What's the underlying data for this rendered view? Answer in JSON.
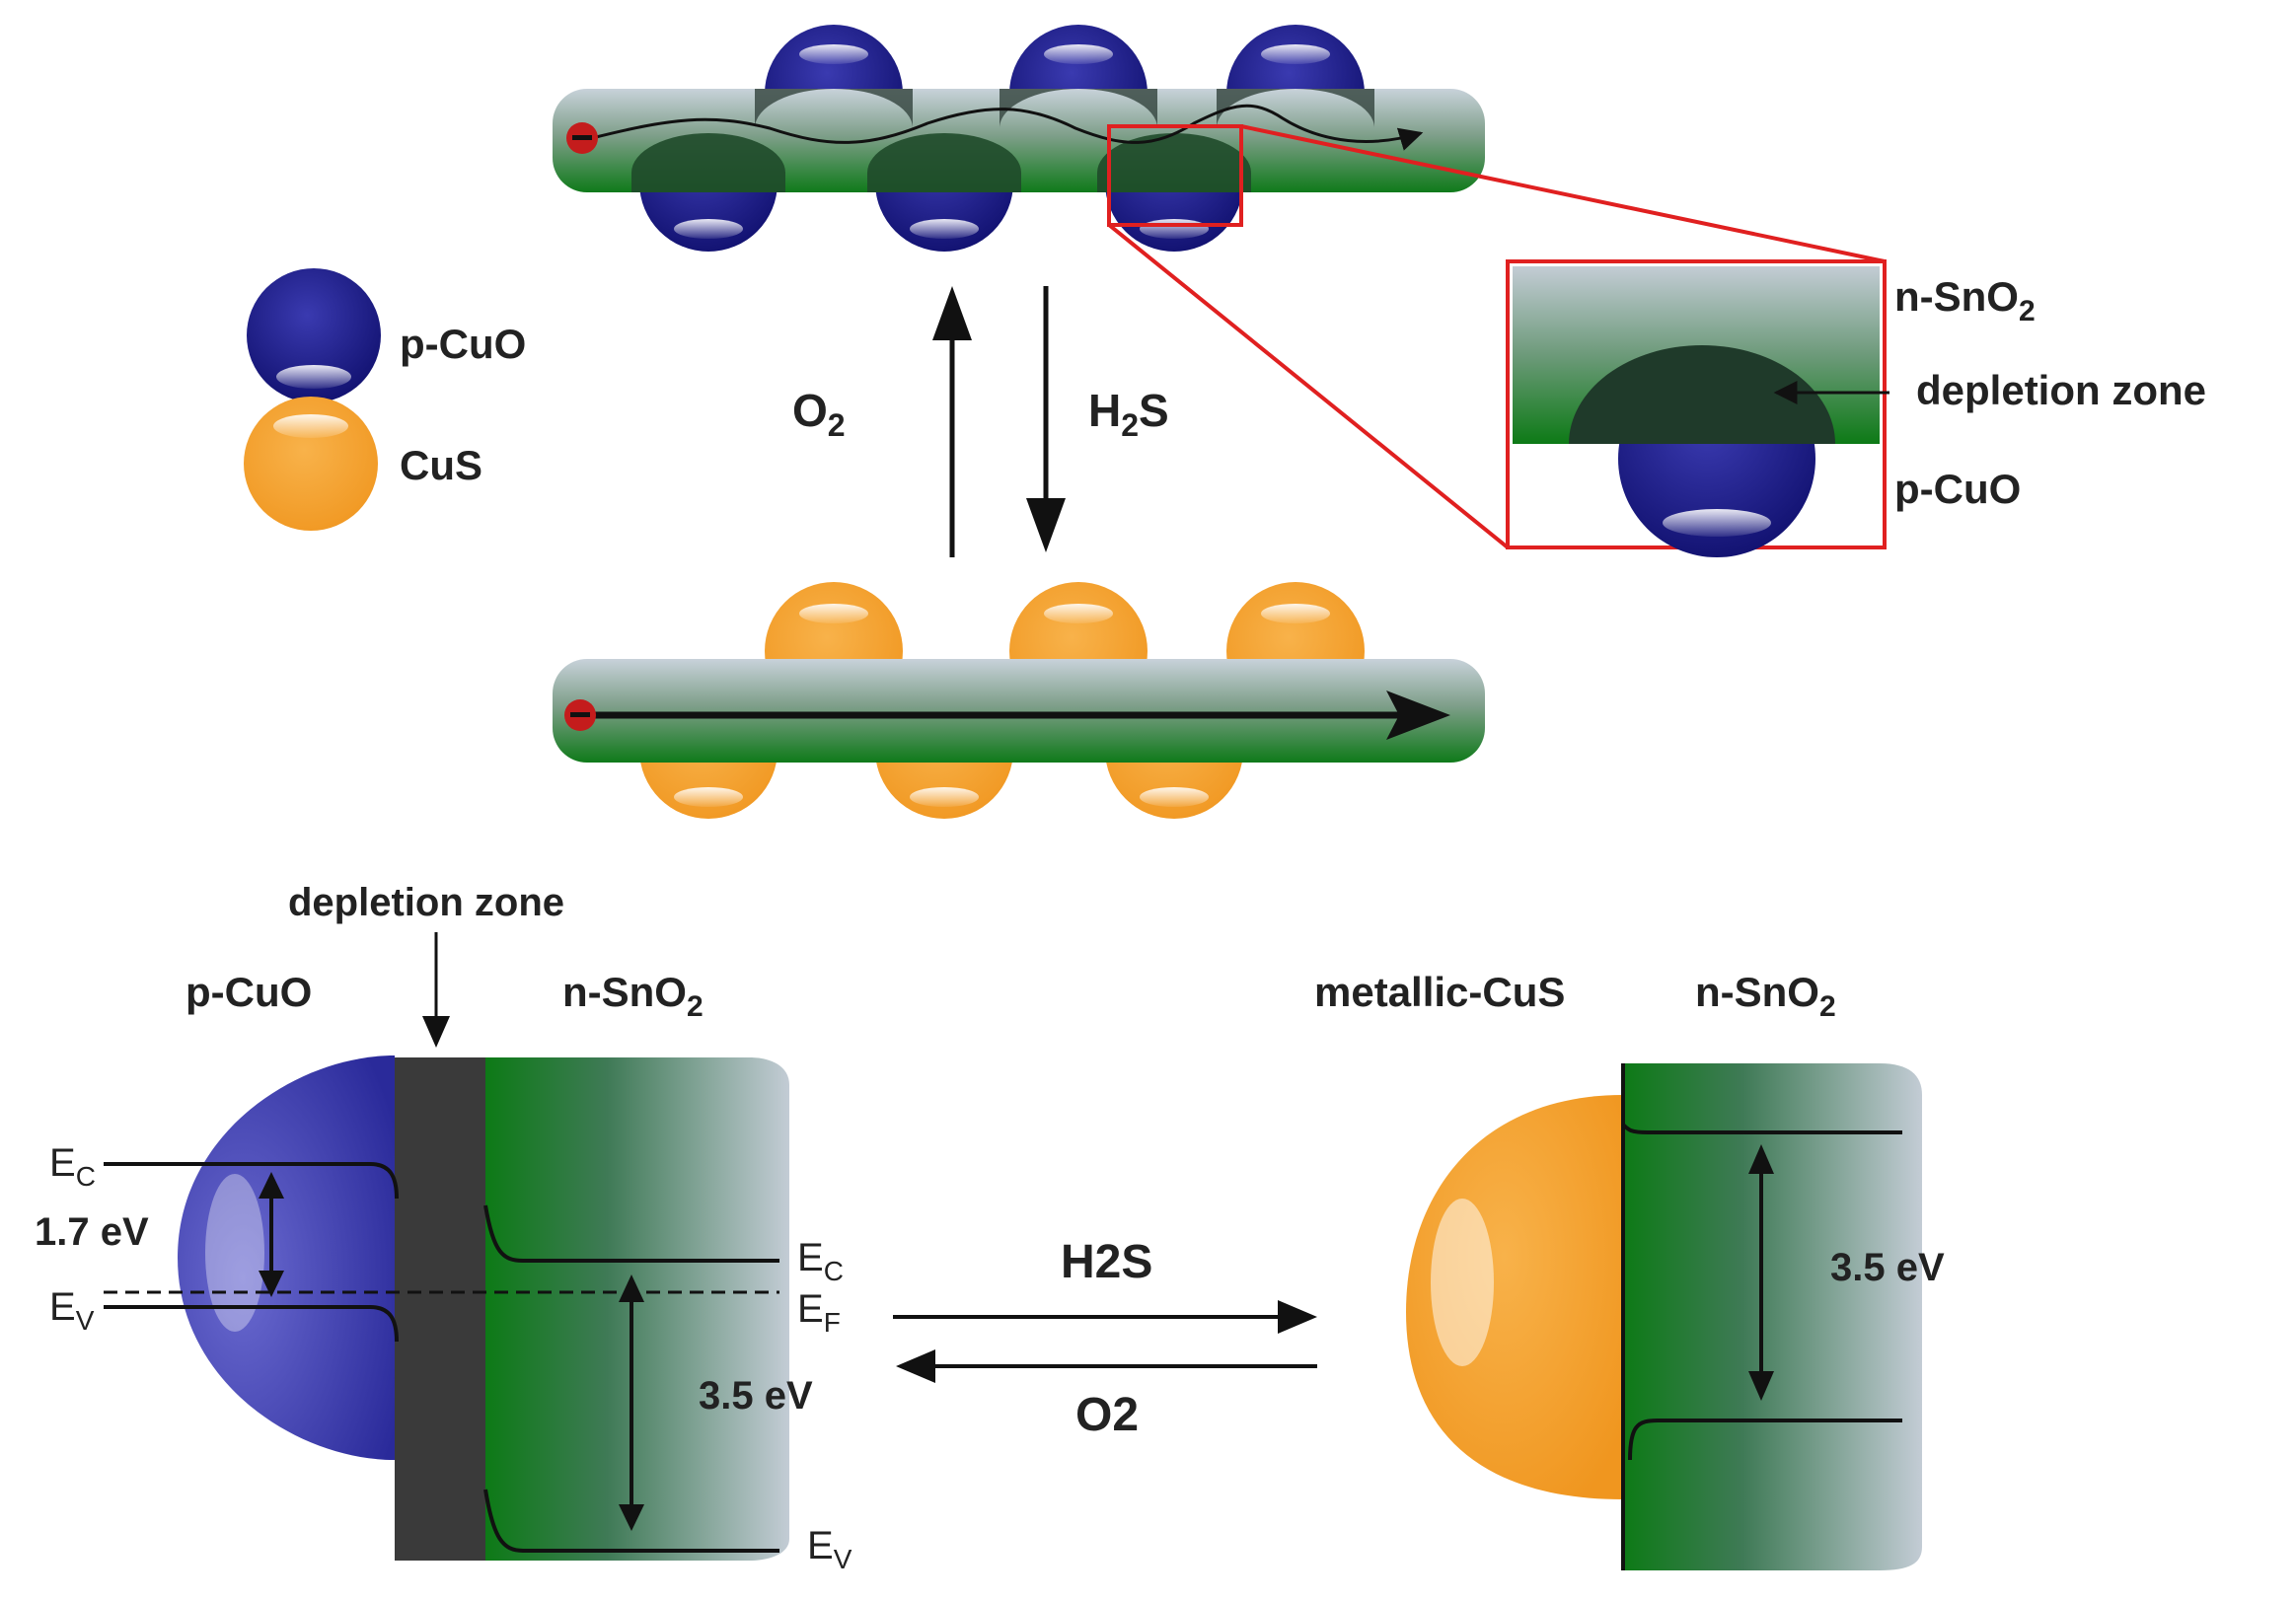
{
  "legend": {
    "items": [
      {
        "label": "p-CuO",
        "color": "#1f1f8c"
      },
      {
        "label": "CuS",
        "color": "#f5a437"
      }
    ]
  },
  "reaction_top": {
    "up_label_main": "O",
    "up_label_sub": "2",
    "down_label_pre": "H",
    "down_label_sub": "2",
    "down_label_post": "S"
  },
  "zoom": {
    "top_label_main": "n-SnO",
    "top_label_sub": "2",
    "mid_label": "depletion zone",
    "bottom_label": "p-CuO"
  },
  "band_left": {
    "depletion_label": "depletion zone",
    "pcuo_label": "p-CuO",
    "sno2_label_main": "n-SnO",
    "sno2_label_sub": "2",
    "ec_left": "E",
    "ec_left_sub": "C",
    "gap_left": "1.7 eV",
    "ev_left": "E",
    "ev_left_sub": "V",
    "ec_right": "E",
    "ec_right_sub": "C",
    "ef_right": "E",
    "ef_right_sub": "F",
    "gap_right": "3.5 eV",
    "ev_right": "E",
    "ev_right_sub": "V"
  },
  "band_reaction": {
    "forward": "H2S",
    "backward": "O2"
  },
  "band_right": {
    "cus_label": "metallic-CuS",
    "sno2_label_main": "n-SnO",
    "sno2_label_sub": "2",
    "gap": "3.5 eV"
  },
  "colors": {
    "cuo": "#1f1f8c",
    "cus": "#f5a437",
    "sno2_green": "#1f7a1f",
    "sno2_grey": "#b7c4cf",
    "depletion": "#3a3a3a",
    "zoom_box": "#e02020"
  }
}
